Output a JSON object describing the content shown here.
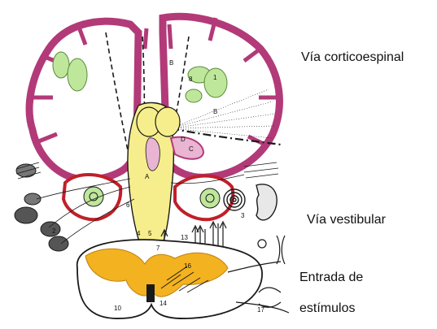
{
  "captions": {
    "corticoespinal": "Vía corticoespinal",
    "vestibular": "Vía vestibular",
    "entrada_line1": "Entrada de",
    "entrada_line2": "estímulos"
  },
  "diagram_labels": {
    "B_upper": "B",
    "B_mid": "B",
    "A": "A",
    "C": "C",
    "D": "D",
    "n1": "1",
    "n2": "2",
    "n3": "3",
    "n4": "4",
    "n5": "5",
    "n6": "6",
    "n7": "7",
    "n8": "8",
    "n10": "10",
    "n13": "13",
    "n14": "14",
    "n16": "16",
    "n17": "17"
  },
  "colors": {
    "cortex": "#b23a78",
    "cortex_fill": "#e9b5d2",
    "brainstem": "#f6ee8c",
    "basal_ganglia": "#bfe79b",
    "spinal_gray": "#f3b21f",
    "ink": "#1a1a1a"
  }
}
